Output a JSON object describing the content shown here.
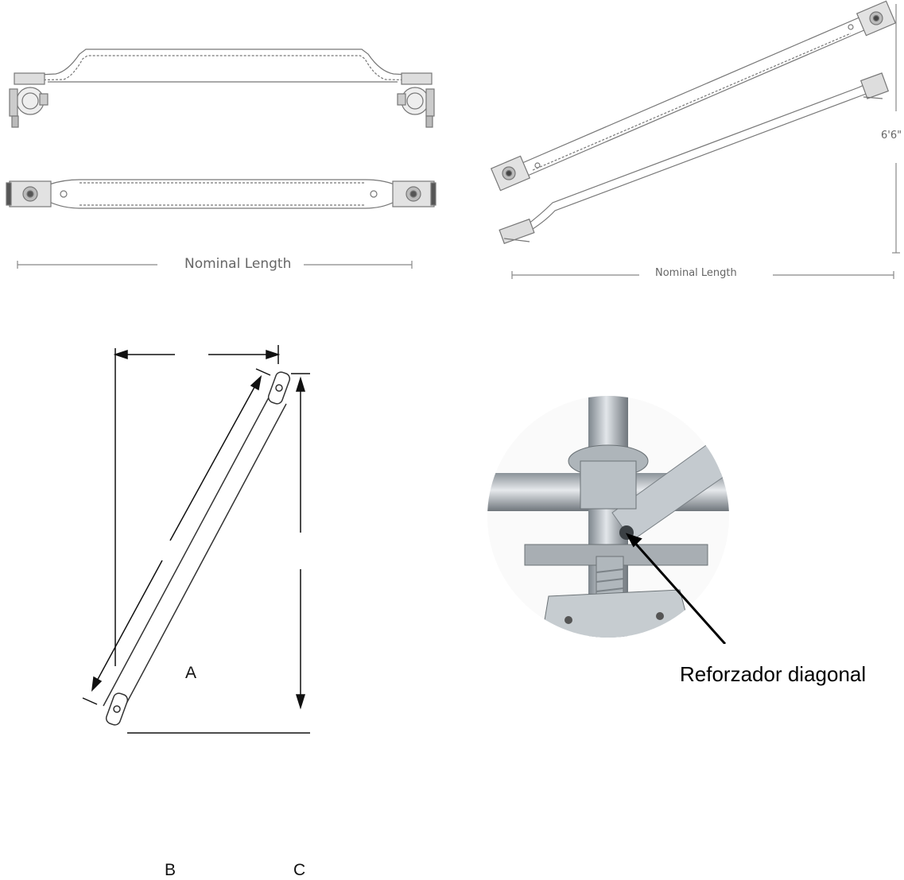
{
  "top_left": {
    "length_label": "Nominal Length"
  },
  "top_right": {
    "length_label": "Nominal Length",
    "height_label": "6'6\""
  },
  "bottom_left": {
    "dim_a": "A",
    "dim_b": "B",
    "dim_c": "C"
  },
  "bottom_right": {
    "caption": "Reforzador diagonal"
  }
}
